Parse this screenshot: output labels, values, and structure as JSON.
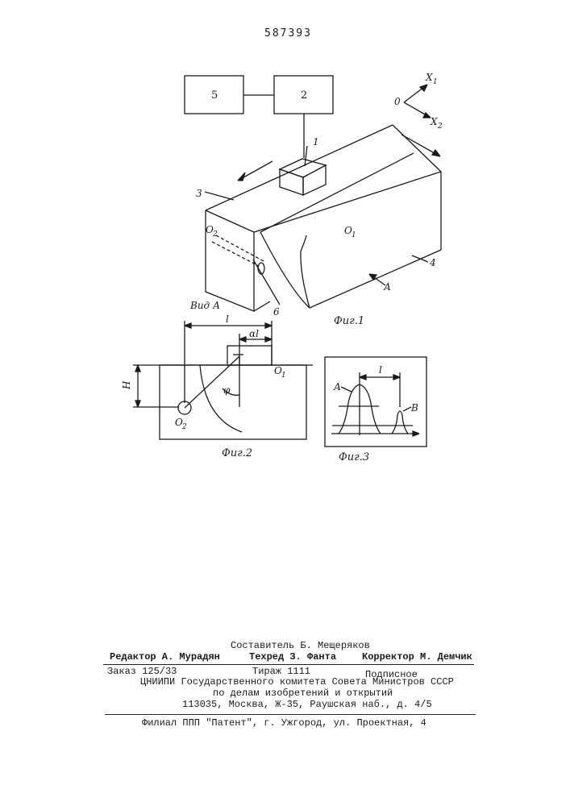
{
  "header": {
    "patent_number": "587393"
  },
  "figure1": {
    "caption": "Фиг.1",
    "view_label": "Вид А",
    "block_5": "5",
    "block_2": "2",
    "labels": {
      "transducer": "1",
      "workpiece": "3",
      "body": "4",
      "defect": "6",
      "o1": "О",
      "o1_sub": "1",
      "o2": "О",
      "o2_sub": "2",
      "arrow_a": "А"
    },
    "axes": {
      "origin": "0",
      "x1": "Х",
      "x1_sub": "1",
      "x2": "Х",
      "x2_sub": "2"
    }
  },
  "figure2": {
    "caption": "Фиг.2",
    "l": "l",
    "alpha_l": "αl",
    "h": "Н",
    "phi": "φ",
    "o1": "О",
    "o1_sub": "1",
    "o2": "О",
    "o2_sub": "2"
  },
  "figure3": {
    "caption": "Фиг.3",
    "peak_a": "А",
    "peak_b": "В",
    "l": "l"
  },
  "colophon": {
    "compiler": "Составитель Б. Мещеряков",
    "editor": "Редактор А. Мурадян",
    "techred": "Техред З. Фанта",
    "corrector": "Корректор М. Демчик",
    "order": "Заказ 125/33",
    "circulation": "Тираж 1111",
    "subscription": "Подписное",
    "org1": "ЦНИИПИ Государственного комитета Совета Министров СССР",
    "org2": "по делам изобретений и открытий",
    "address": "113035, Москва, Ж-35, Раушская наб., д. 4/5",
    "branch": "Филиал ППП \"Патент\", г. Ужгород, ул. Проектная, 4"
  }
}
